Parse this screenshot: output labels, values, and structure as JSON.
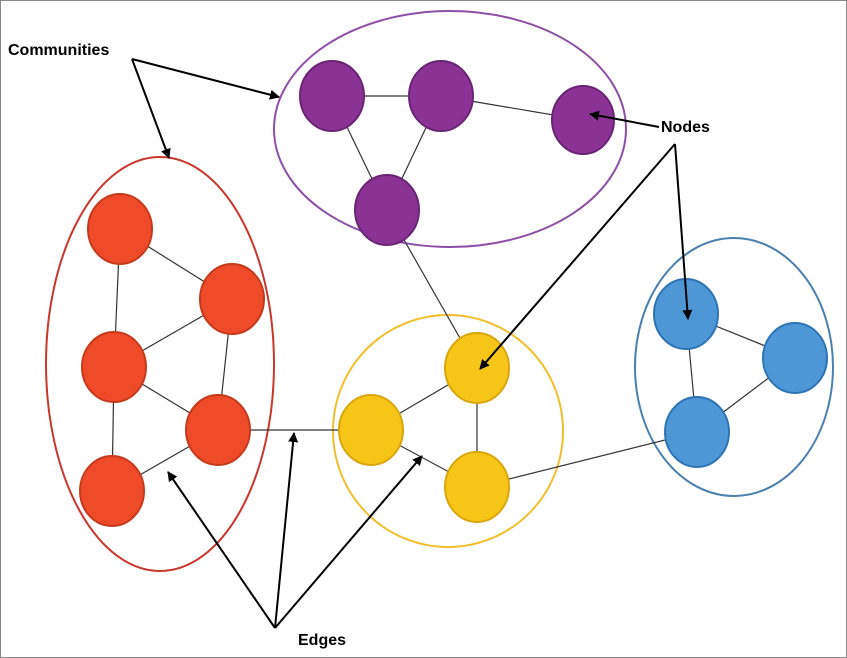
{
  "labels": {
    "communities": "Communities",
    "nodes": "Nodes",
    "edges": "Edges"
  },
  "colors": {
    "purple_fill": "#8A3394",
    "purple_stroke": "#6A2474",
    "purple_ring": "#8E4FA8",
    "red_fill": "#EF4B28",
    "red_stroke": "#C53A1B",
    "red_ring": "#C9372C",
    "yellow_fill": "#F7C518",
    "yellow_stroke": "#D9A60C",
    "yellow_ring": "#F2BE2E",
    "blue_fill": "#4D97D6",
    "blue_stroke": "#2E74B5",
    "blue_ring": "#4A7FB0",
    "edge": "#333333",
    "arrow": "#000000"
  },
  "communities": [
    {
      "id": "purple",
      "node_count": 4
    },
    {
      "id": "red",
      "node_count": 5
    },
    {
      "id": "yellow",
      "node_count": 3
    },
    {
      "id": "blue",
      "node_count": 3
    }
  ]
}
